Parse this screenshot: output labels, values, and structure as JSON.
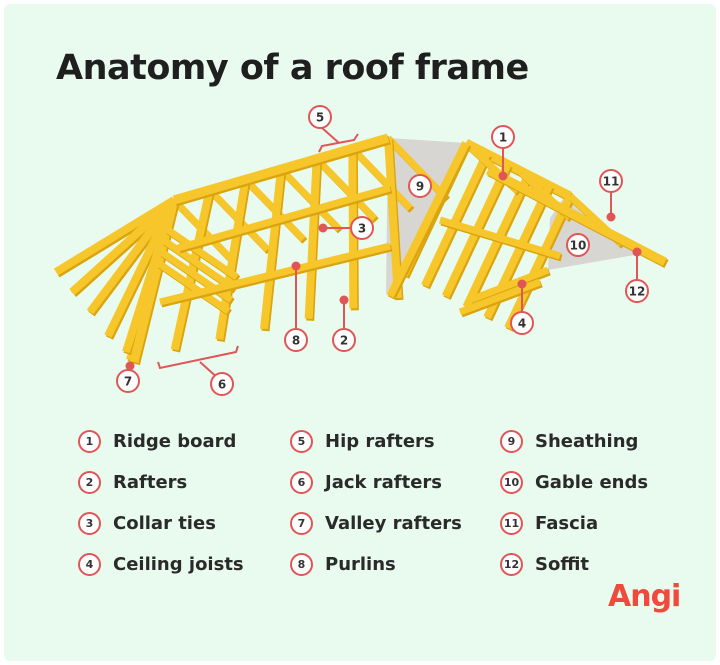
{
  "title": "Anatomy of a roof frame",
  "callouts": [
    "1",
    "2",
    "3",
    "4",
    "5",
    "6",
    "7",
    "8",
    "9",
    "10",
    "11",
    "12"
  ],
  "legend": [
    {
      "num": "1",
      "label": "Ridge board"
    },
    {
      "num": "2",
      "label": "Rafters"
    },
    {
      "num": "3",
      "label": "Collar ties"
    },
    {
      "num": "4",
      "label": "Ceiling joists"
    },
    {
      "num": "5",
      "label": "Hip rafters"
    },
    {
      "num": "6",
      "label": "Jack rafters"
    },
    {
      "num": "7",
      "label": "Valley rafters"
    },
    {
      "num": "8",
      "label": "Purlins"
    },
    {
      "num": "9",
      "label": "Sheathing"
    },
    {
      "num": "10",
      "label": "Gable ends"
    },
    {
      "num": "11",
      "label": "Fascia"
    },
    {
      "num": "12",
      "label": "Soffit"
    }
  ],
  "logo": "Angi",
  "colors": {
    "background": "#e9fbef",
    "timber": "#f6c62b",
    "timber_shadow": "#d9a40f",
    "sheathing": "#d7d6d2",
    "accent": "#e05555",
    "logo": "#ef4a3c"
  }
}
